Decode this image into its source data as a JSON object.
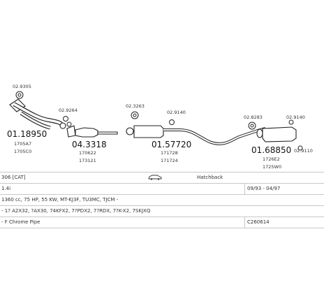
{
  "parts": [
    {
      "id": "clamp_top_left",
      "code": "02.9305"
    },
    {
      "id": "front_pipe",
      "number": "01.18950",
      "refs": [
        "1705A7",
        "1705C0"
      ]
    },
    {
      "id": "clamp_cat",
      "code": "02.9264"
    },
    {
      "id": "catalyst",
      "number": "04.3318",
      "refs": [
        "170622",
        "173121"
      ]
    },
    {
      "id": "clamp_mid_top",
      "code": "02.3263"
    },
    {
      "id": "clamp_mid_right",
      "code": "02.9140"
    },
    {
      "id": "middle_silencer",
      "number": "01.57720",
      "refs": [
        "171728",
        "171724"
      ]
    },
    {
      "id": "clamp_rear_a",
      "code": "02.8283"
    },
    {
      "id": "clamp_rear_b",
      "code": "02.9140"
    },
    {
      "id": "clamp_rear_c",
      "code": "02.9110"
    },
    {
      "id": "rear_silencer",
      "number": "01.68850",
      "refs": [
        "1726E2",
        "1725W0"
      ]
    }
  ],
  "info": {
    "model": "306 [CAT]",
    "body_type": "Hatchback",
    "engine": "1.4i",
    "dates": "09/93 - 04/97",
    "specs": "1360 cc, 75 HP, 55 KW, MT-KJ3F, TU3MC, TJCM -",
    "engine_codes": "- 1? A2X32, ?AX30, 74KFX2, 7?PDX2, 7?RDX, 7?K-X2, 7SKJXQ",
    "pipe": "- F Chrome Pipe",
    "kit": "C260614"
  },
  "colors": {
    "line": "#222222",
    "part_fill": "#ffffff",
    "grid": "#c8c8c8"
  }
}
